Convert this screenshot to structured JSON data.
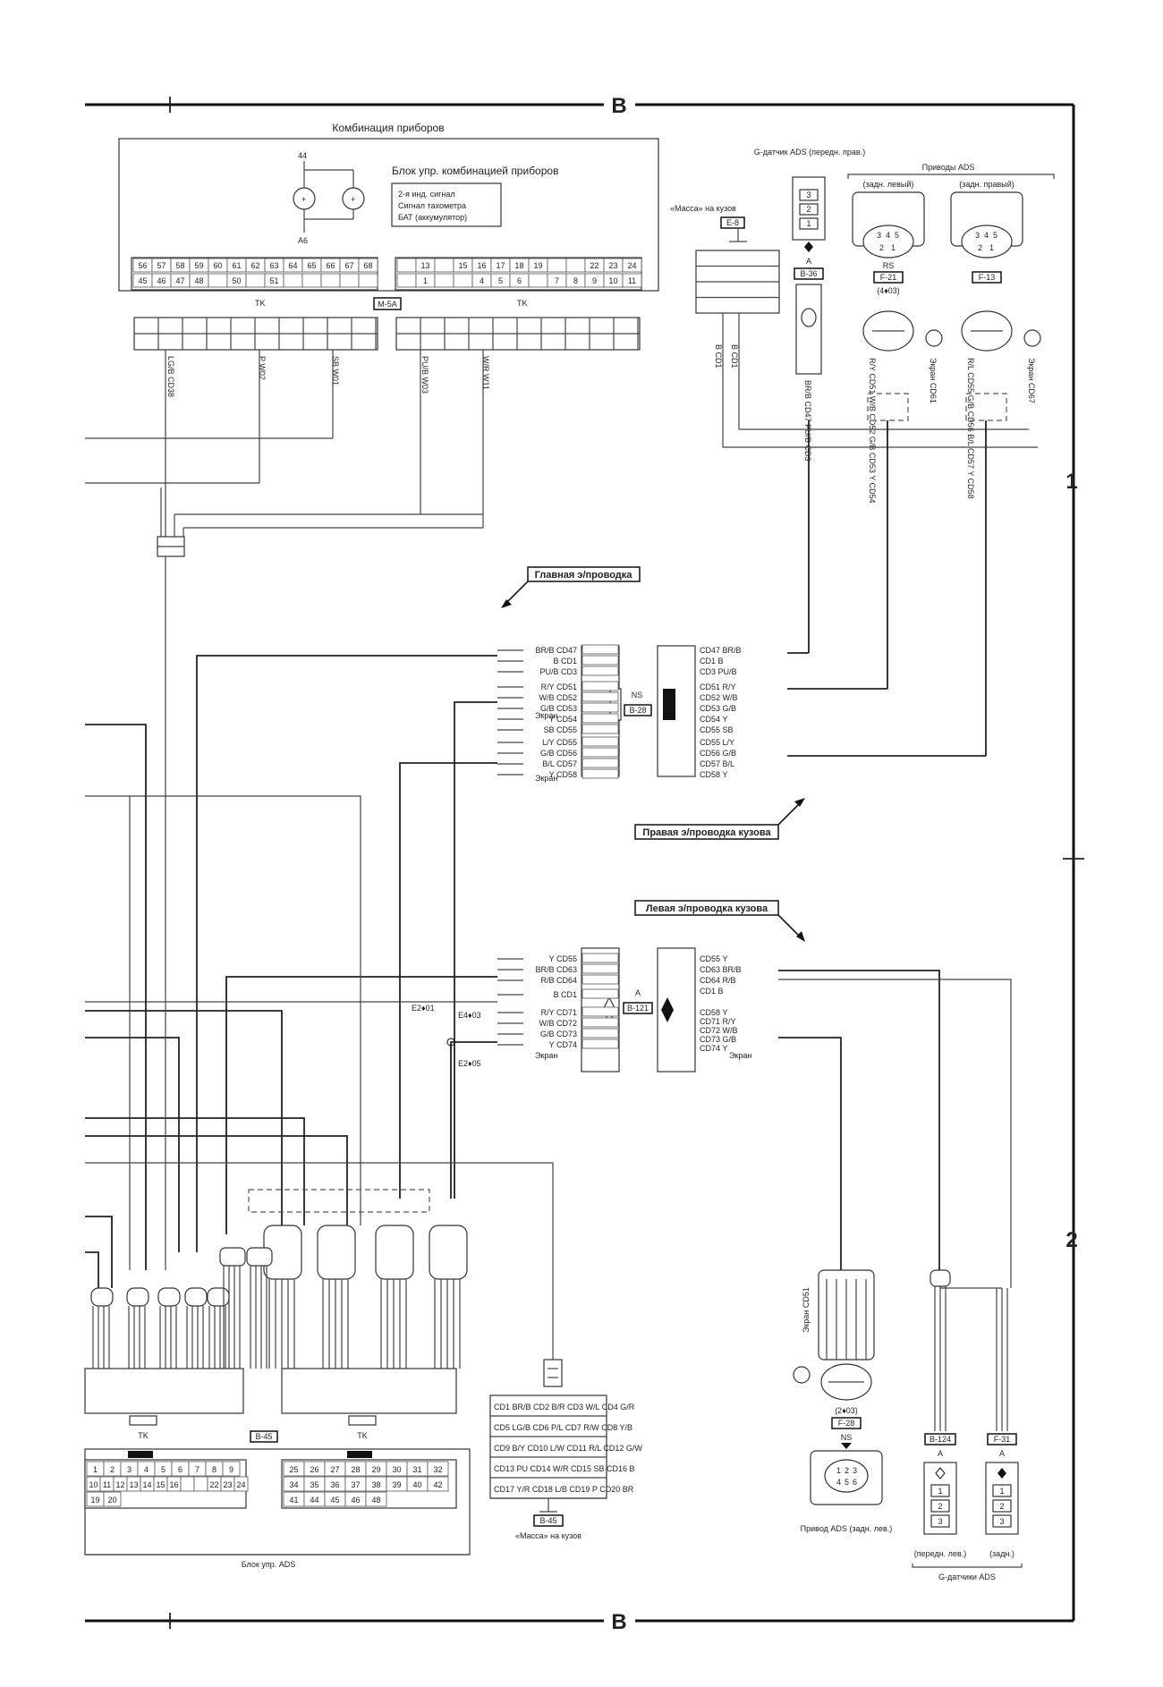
{
  "frame": {
    "top_marker": "B",
    "bottom_marker": "B",
    "zone_1": "1",
    "zone_2": "2"
  },
  "instrument_cluster": {
    "title": "Комбинация приборов",
    "control_unit": "Блок упр. комбинацией приборов",
    "signals": [
      "2-я инд. сигнал",
      "Сигнал тахометра",
      "БАТ (аккумулятор)"
    ],
    "left_pins_top": [
      "56",
      "57",
      "58",
      "59",
      "60",
      "61",
      "62",
      "63",
      "64",
      "65",
      "66",
      "67",
      "68"
    ],
    "left_pins_bottom": [
      "45",
      "46",
      "47",
      "48",
      "",
      "50",
      "",
      "51",
      "",
      "",
      "",
      "",
      ""
    ],
    "right_pins_top": [
      "",
      "13",
      "",
      "15",
      "16",
      "17",
      "18",
      "19",
      "",
      "",
      "22",
      "23",
      "24"
    ],
    "right_pins_bottom": [
      "",
      "1",
      "",
      "",
      "4",
      "5",
      "6",
      "",
      "7",
      "8",
      "9",
      "10",
      "11"
    ],
    "tk_left": "TK",
    "tk_right": "TK",
    "mid_ref": "M-5A"
  },
  "ground_top": {
    "title": "«Масса» на кузов",
    "ref": "E-8",
    "wire_1": "B CD1",
    "wire_2": "B CD1"
  },
  "g_sensor_front": {
    "title": "G-датчик ADS (передн. прав.)",
    "pins": [
      "3",
      "2",
      "1"
    ],
    "ref": "B-36",
    "letter": "A",
    "wires": "BR/B CD47  PU/B CD3"
  },
  "actuators": {
    "title": "Приводы ADS",
    "left": {
      "title": "(задн. левый)",
      "pins": [
        "3",
        "4",
        "5",
        "2",
        "1"
      ],
      "ref": "F-21",
      "code": "(4♦03)",
      "shield": "Экран CD61",
      "wires": "R/Y CD51  W/B CD52  G/B CD53  Y CD54"
    },
    "right": {
      "title": "(задн. правый)",
      "pins": [
        "3",
        "4",
        "5",
        "2",
        "1"
      ],
      "ref": "F-13",
      "code": "",
      "shield": "Экран CD67",
      "wires": "R/L CD55  G/B CD56  B/L CD57  Y CD58"
    }
  },
  "cluster_wires": {
    "w1": "LG/B CD38",
    "w2": "P W02",
    "w3": "SB W01",
    "w4": "PU/B W03",
    "w5": "W/R W11"
  },
  "harness_main": "Главная э/проводка",
  "harness_right": "Правая э/проводка кузова",
  "harness_left": "Левая э/проводка кузова",
  "connector_right": {
    "ref": "B-28",
    "note": "NS",
    "left_rows_1": [
      "BR/B CD47",
      "B CD1",
      "PU/B CD3"
    ],
    "left_rows_2": [
      "R/Y CD51",
      "W/B CD52",
      "G/B CD53",
      "Y CD54",
      "SB CD55"
    ],
    "left_rows_3": [
      "L/Y CD55",
      "G/B CD56",
      "B/L CD57",
      "Y CD58"
    ],
    "shield": "Экран"
  },
  "connector_left": {
    "ref": "B-121",
    "letter": "A",
    "left_rows_1": [
      "Y CD55",
      "BR/B CD63",
      "R/B CD64"
    ],
    "left_rows_2": [
      "B CD1"
    ],
    "left_rows_3": [
      "R/Y CD71",
      "W/B CD72",
      "G/B CD73",
      "Y CD74"
    ],
    "right_rows": [
      "CD55 Y",
      "CD63 BR/B",
      "CD64 R/B",
      "CD1 B",
      "CD58 Y",
      "CD71 R/Y",
      "CD72 W/B",
      "CD73 G/B",
      "CD74 Y"
    ],
    "shield": "Экран"
  },
  "splices": {
    "s1": "E2♦01",
    "s2": "E4♦03",
    "s3": "E2♦05"
  },
  "ads_unit": {
    "title": "Блок упр. ADS",
    "ref": "B-45",
    "tk_left": "TK",
    "tk_right": "TK",
    "pins_left_top": [
      "1",
      "2",
      "3",
      "4",
      "5",
      "6",
      "7",
      "8",
      "9"
    ],
    "pins_left_bottom": [
      "10",
      "11",
      "12",
      "13",
      "14",
      "15",
      "16",
      "",
      "",
      "22",
      "23",
      "24"
    ],
    "pins_left_bottom2": [
      "19",
      "20"
    ],
    "pins_right_top": [
      "25",
      "26",
      "27",
      "28",
      "29",
      "30",
      "31",
      "32"
    ],
    "pins_right_bottom": [
      "34",
      "35",
      "36",
      "37",
      "38",
      "39",
      "40",
      "42"
    ],
    "pins_right_bottom2": [
      "41",
      "44",
      "45",
      "46",
      "48"
    ]
  },
  "ground_bottom": {
    "title": "«Масса» на кузов",
    "ref": "B-45",
    "rows": [
      "CD1 BR/B  CD2 B/R  CD3 W/L  CD4 G/R",
      "CD5 LG/B  CD6 P/L  CD7 R/W  CD8 Y/B",
      "CD9 B/Y  CD10 L/W  CD11 R/L  CD12 G/W",
      "CD13 PU  CD14 W/R  CD15 SB  CD16 B",
      "CD17 Y/R  CD18 L/B  CD19 P  CD20 BR"
    ]
  },
  "actuator_rear_left": {
    "title": "Привод ADS (задн. лев.)",
    "ref": "F-28",
    "code": "(2♦03)",
    "letter": "NS",
    "pins": [
      "1",
      "2",
      "3",
      "4",
      "5",
      "6"
    ],
    "shield": "Экран CD51"
  },
  "g_sensors_bottom": {
    "title": "G-датчики ADS",
    "front_left": {
      "caption": "(передн. лев.)",
      "ref": "B-124",
      "letter": "A",
      "pins": [
        "1",
        "2",
        "3"
      ]
    },
    "rear": {
      "caption": "(задн.)",
      "ref": "F-31",
      "letter": "A",
      "pins": [
        "1",
        "2",
        "3"
      ]
    }
  }
}
